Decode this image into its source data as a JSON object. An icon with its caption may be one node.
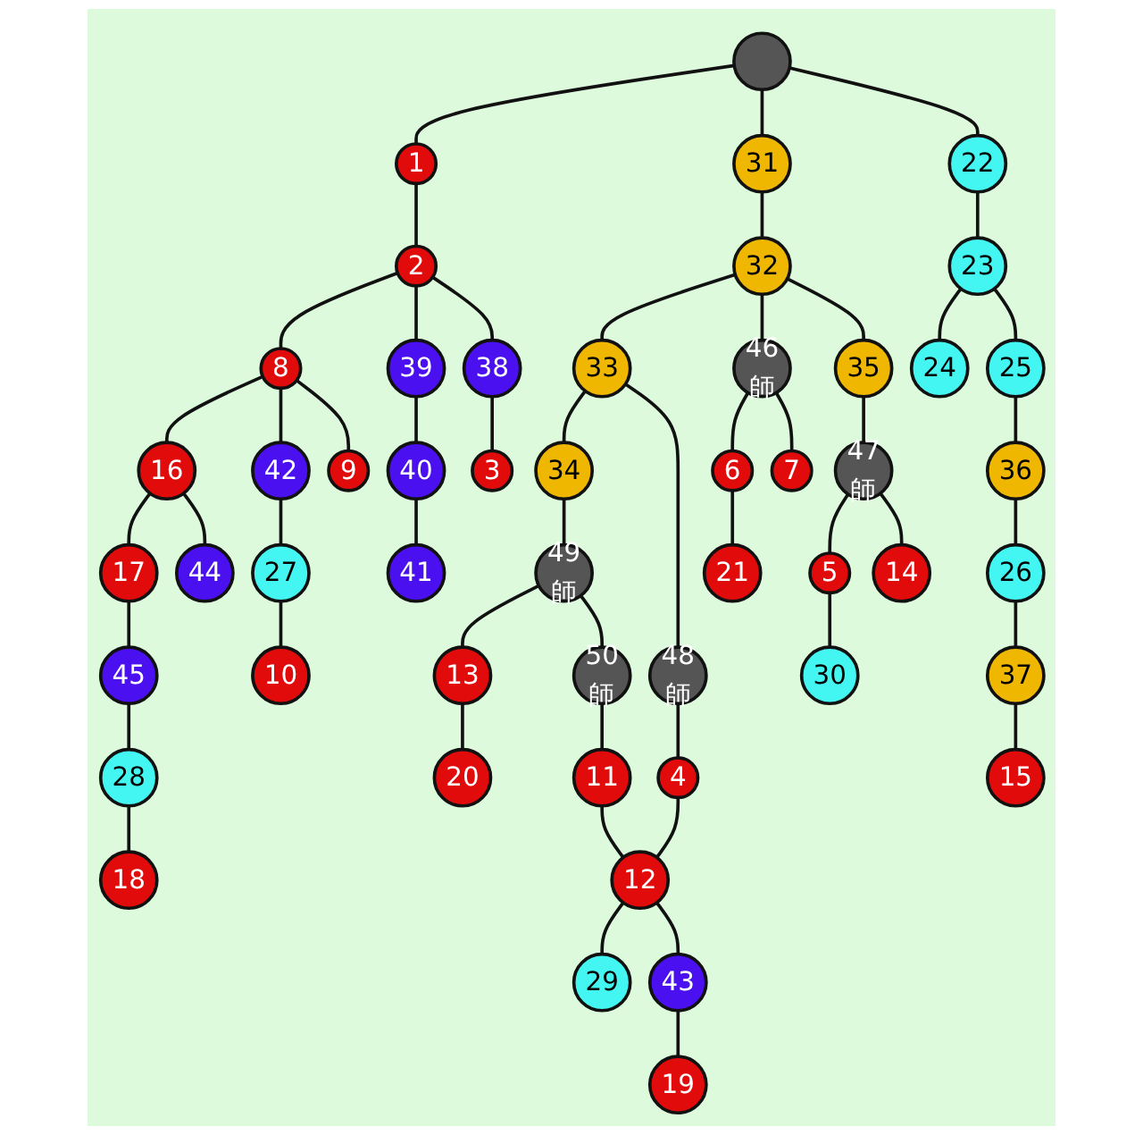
{
  "diagram": {
    "nodes": [
      {
        "text": [],
        "shape": "circle"
      },
      {
        "text": [
          "1"
        ]
      },
      {
        "text": [
          "2"
        ]
      },
      {
        "text": [
          "3"
        ]
      },
      {
        "text": [
          "4"
        ]
      },
      {
        "text": [
          "5"
        ]
      },
      {
        "text": [
          "6"
        ]
      },
      {
        "text": [
          "7"
        ]
      },
      {
        "text": [
          "8"
        ]
      },
      {
        "text": [
          "9"
        ]
      },
      {
        "text": [
          "10"
        ]
      },
      {
        "text": [
          "11"
        ]
      },
      {
        "text": [
          "12"
        ]
      },
      {
        "text": [
          "13"
        ]
      },
      {
        "text": [
          "14"
        ]
      },
      {
        "text": [
          "15"
        ]
      },
      {
        "text": [
          "16"
        ]
      },
      {
        "text": [
          "17"
        ]
      },
      {
        "text": [
          "18"
        ]
      },
      {
        "text": [
          "19"
        ]
      },
      {
        "text": [
          "20"
        ]
      },
      {
        "text": [
          "21"
        ]
      },
      {
        "text": [
          "22"
        ]
      },
      {
        "text": [
          "23"
        ]
      },
      {
        "text": [
          "24"
        ]
      },
      {
        "text": [
          "25"
        ]
      },
      {
        "text": [
          "26"
        ]
      },
      {
        "text": [
          "27"
        ]
      },
      {
        "text": [
          "28"
        ]
      },
      {
        "text": [
          "29"
        ]
      },
      {
        "text": [
          "30"
        ]
      },
      {
        "text": [
          "31"
        ]
      },
      {
        "text": [
          "32"
        ]
      },
      {
        "text": [
          "33"
        ]
      },
      {
        "text": [
          "34"
        ]
      },
      {
        "text": [
          "35"
        ]
      },
      {
        "text": [
          "36"
        ]
      },
      {
        "text": [
          "37"
        ]
      },
      {
        "text": [
          "38"
        ]
      },
      {
        "text": [
          "39"
        ]
      },
      {
        "text": [
          "40"
        ]
      },
      {
        "text": [
          "41"
        ]
      },
      {
        "text": [
          "42"
        ]
      },
      {
        "text": [
          "43"
        ]
      },
      {
        "text": [
          "44"
        ]
      },
      {
        "text": [
          "45"
        ]
      },
      {
        "text": [
          "46",
          "師"
        ]
      },
      {
        "text": [
          "47",
          "師"
        ]
      },
      {
        "text": [
          "48",
          "師"
        ]
      },
      {
        "text": [
          "49",
          "師"
        ]
      },
      {
        "text": [
          "50",
          "師"
        ]
      }
    ],
    "edges": [
      {
        "from": 0,
        "to": 1,
        "arrow": "none"
      },
      {
        "from": 1,
        "to": 2,
        "arrow": "none"
      },
      {
        "from": 2,
        "to": 8,
        "arrow": "none"
      },
      {
        "from": 8,
        "to": 16,
        "arrow": "none"
      },
      {
        "from": 2,
        "to": 39,
        "arrow": "none"
      },
      {
        "from": 39,
        "to": 40,
        "arrow": "none"
      },
      {
        "from": 40,
        "to": 41,
        "arrow": "none"
      },
      {
        "from": 2,
        "to": 38,
        "arrow": "none"
      },
      {
        "from": 38,
        "to": 3,
        "arrow": "none"
      },
      {
        "from": 8,
        "to": 42,
        "arrow": "none"
      },
      {
        "from": 42,
        "to": 27,
        "arrow": "none"
      },
      {
        "from": 27,
        "to": 10,
        "arrow": "none"
      },
      {
        "from": 8,
        "to": 9,
        "arrow": "none"
      },
      {
        "from": 16,
        "to": 17,
        "arrow": "none"
      },
      {
        "from": 17,
        "to": 45,
        "arrow": "none"
      },
      {
        "from": 45,
        "to": 28,
        "arrow": "none"
      },
      {
        "from": 28,
        "to": 18,
        "arrow": "none"
      },
      {
        "from": 16,
        "to": 44,
        "arrow": "none"
      },
      {
        "from": 0,
        "to": 31,
        "arrow": "none"
      },
      {
        "from": 31,
        "to": 32,
        "arrow": "none"
      },
      {
        "from": 32,
        "to": 33,
        "arrow": "none"
      },
      {
        "from": 33,
        "to": 34,
        "arrow": "none"
      },
      {
        "from": 34,
        "to": 49,
        "arrow": "none"
      },
      {
        "from": 49,
        "to": 13,
        "arrow": "none"
      },
      {
        "from": 13,
        "to": 20,
        "arrow": "none"
      },
      {
        "from": 49,
        "to": 50,
        "arrow": "none"
      },
      {
        "from": 50,
        "to": 11,
        "arrow": "none"
      },
      {
        "from": 11,
        "to": 12,
        "arrow": "none"
      },
      {
        "from": 33,
        "to": 48,
        "arrow": "none"
      },
      {
        "from": 48,
        "to": 4,
        "arrow": "none"
      },
      {
        "from": 4,
        "to": 12,
        "arrow": "none"
      },
      {
        "from": 12,
        "to": 29,
        "arrow": "none"
      },
      {
        "from": 12,
        "to": 43,
        "arrow": "none"
      },
      {
        "from": 43,
        "to": 19,
        "arrow": "none"
      },
      {
        "from": 32,
        "to": 46,
        "arrow": "none"
      },
      {
        "from": 46,
        "to": 6,
        "arrow": "none"
      },
      {
        "from": 6,
        "to": 21,
        "arrow": "none"
      },
      {
        "from": 46,
        "to": 7,
        "arrow": "none"
      },
      {
        "from": 32,
        "to": 35,
        "arrow": "none"
      },
      {
        "from": 35,
        "to": 47,
        "arrow": "none"
      },
      {
        "from": 47,
        "to": 5,
        "arrow": "none"
      },
      {
        "from": 5,
        "to": 30,
        "arrow": "none"
      },
      {
        "from": 47,
        "to": 14,
        "arrow": "none"
      },
      {
        "from": 0,
        "to": 22,
        "arrow": "none"
      },
      {
        "from": 22,
        "to": 23,
        "arrow": "none"
      },
      {
        "from": 23,
        "to": 24,
        "arrow": "none"
      },
      {
        "from": 23,
        "to": 25,
        "arrow": "none"
      },
      {
        "from": 25,
        "to": 36,
        "arrow": "none"
      },
      {
        "from": 36,
        "to": 26,
        "arrow": "none"
      },
      {
        "from": 26,
        "to": 37,
        "arrow": "none"
      },
      {
        "from": 37,
        "to": 15,
        "arrow": "none"
      }
    ]
  }
}
